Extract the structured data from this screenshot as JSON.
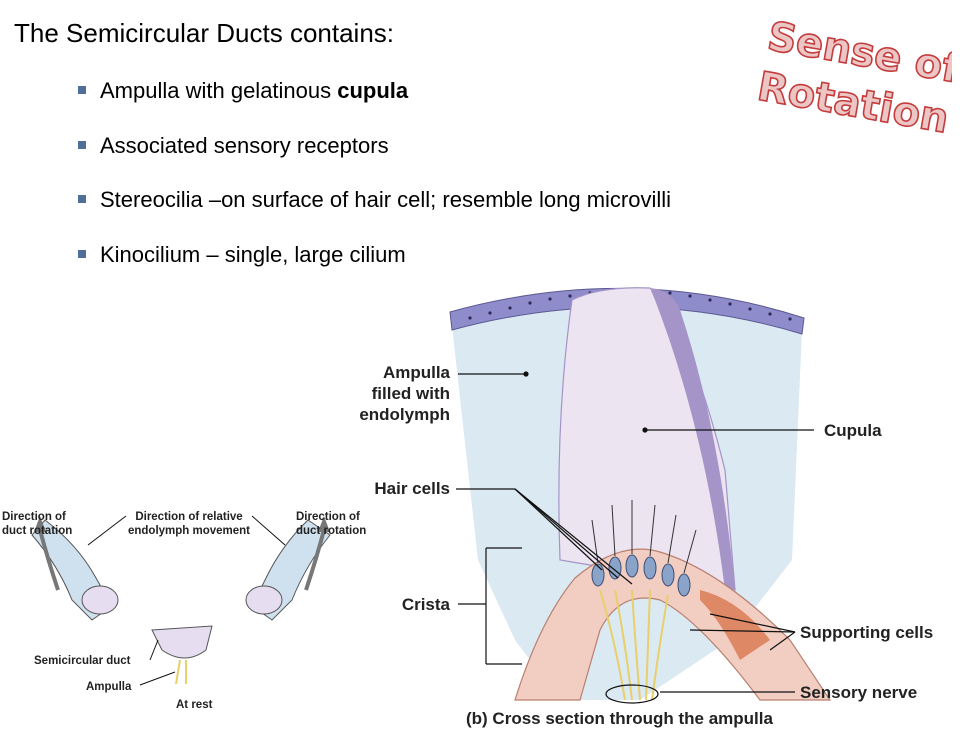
{
  "heading": "The Semicircular Ducts contains:",
  "bullets": [
    {
      "before": "Ampulla with gelatinous ",
      "bold": "cupula"
    },
    {
      "text": "Associated sensory receptors"
    },
    {
      "text": "Stereocilia –on surface of hair cell; resemble long microvilli"
    },
    {
      "text": "Kinocilium – single, large cilium"
    }
  ],
  "stamp": {
    "line1": "Sense of",
    "line2": "Rotation"
  },
  "diagram_labels": {
    "ampulla_l1": "Ampulla",
    "ampulla_l2": "filled with",
    "ampulla_l3": "endolymph",
    "cupula": "Cupula",
    "hair_cells": "Hair cells",
    "crista": "Crista",
    "supporting_cells": "Supporting cells",
    "sensory_nerve": "Sensory nerve",
    "caption": "(b) Cross section through the ampulla"
  },
  "small_diagram_labels": {
    "dir_rot_left_1": "Direction of",
    "dir_rot_left_2": "duct rotation",
    "rel_mov_1": "Direction of relative",
    "rel_mov_2": "endolymph movement",
    "dir_rot_right_1": "Direction of",
    "dir_rot_right_2": "duct rotation",
    "semicircular_duct": "Semicircular duct",
    "ampulla": "Ampulla",
    "at_rest": "At rest"
  },
  "colors": {
    "bullet": "#4f6f9b",
    "endolymph": "#dbe9f3",
    "cupula": "#ece4f1",
    "cupula_edge": "#a494c8",
    "epithelium": "#8f8ccc",
    "crista": "#f2cdc2",
    "stamp_fill": "#ecc5c5",
    "stamp_stroke": "#c43c3c"
  }
}
